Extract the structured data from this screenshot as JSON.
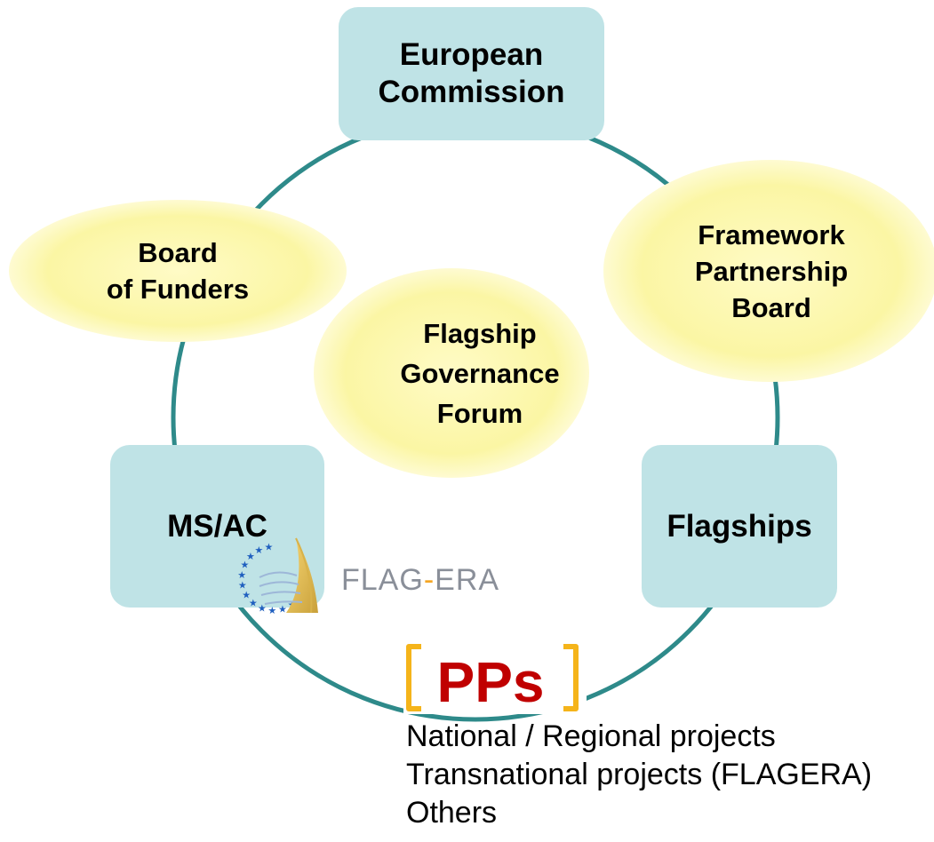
{
  "nodes": {
    "european_commission": "European\nCommission",
    "board_of_funders": "Board\nof Funders",
    "framework_partnership_board": "Framework\nPartnership\nBoard",
    "flagship_governance_forum": "Flagship\nGovernance\nForum",
    "ms_ac": "MS/AC",
    "flagships": "Flagships"
  },
  "pps": {
    "label": "PPs",
    "items": [
      "National / Regional projects",
      "Transnational projects (FLAGERA)",
      "Others"
    ]
  },
  "logo": {
    "text_part1": "FLAG",
    "text_dash": "-",
    "text_part2": "ERA"
  },
  "colors": {
    "circle": "#2e8a8a",
    "box_fill": "#bfe3e6",
    "ellipse_fill": "#fbf7a8",
    "pps_text": "#c00000",
    "bracket": "#f5b41a",
    "logo_text": "#8a8f99",
    "logo_stars": "#1f5fbf"
  }
}
